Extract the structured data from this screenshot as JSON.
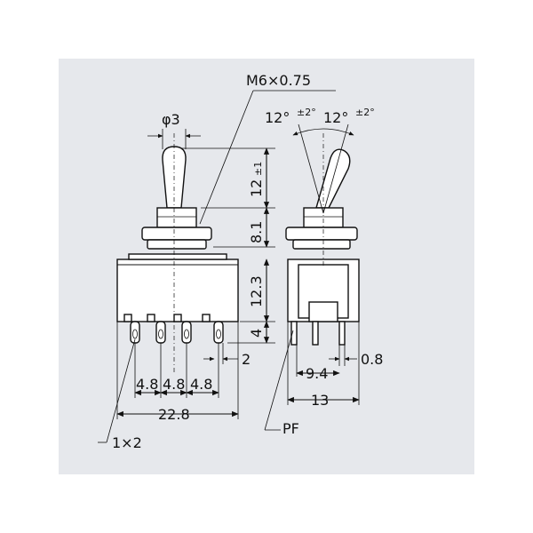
{
  "labels": {
    "thread": "M6×0.75",
    "lever_diameter": "φ3",
    "angle_left": "12°",
    "angle_left_tol": "±2°",
    "angle_right": "12°",
    "angle_right_tol": "±2°",
    "lever_height": "12",
    "lever_height_tol": "±1",
    "bushing_height": "8.1",
    "body_height": "12.3",
    "terminal_length": "4",
    "terminal_pitch_1": "4.8",
    "terminal_pitch_2": "4.8",
    "terminal_pitch_3": "4.8",
    "total_width": "22.8",
    "terminal_width": "2",
    "side_inner": "9.4",
    "side_width": "13",
    "terminal_thickness": "0.8",
    "hole_note": "1×2",
    "pf_note": "PF"
  }
}
